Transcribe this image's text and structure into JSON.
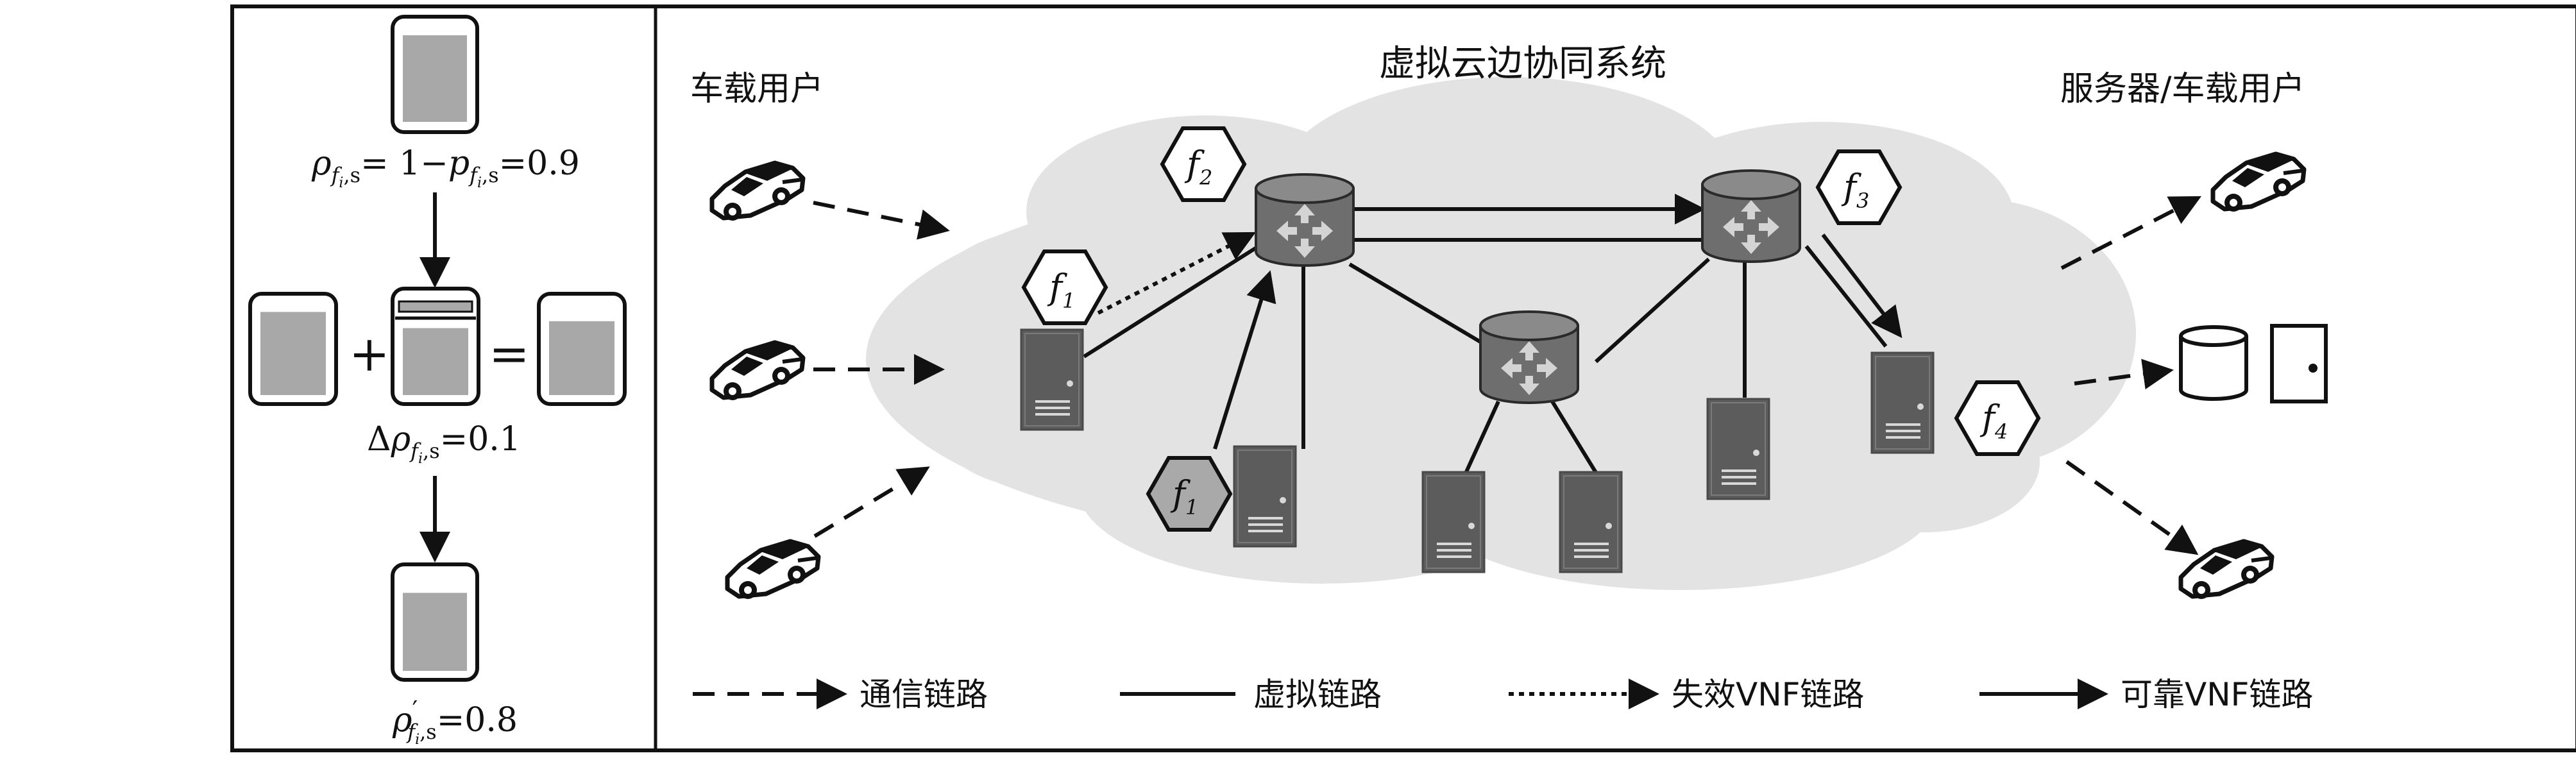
{
  "left_panel": {
    "eq_top": {
      "rho": "ρ",
      "sub_f": "f",
      "sub_i": "i",
      "sub_rest": ",s",
      "eq": "= 1−",
      "p": "p",
      "sub_f2": "f",
      "sub_i2": "i",
      "sub_rest2": ",s",
      "val": "=0.9"
    },
    "plus": "+",
    "equals": "=",
    "eq_mid": {
      "delta": "Δ",
      "rho": "ρ",
      "sub_f": "f",
      "sub_i": "i",
      "sub_rest": ",s",
      "val": "=0.1"
    },
    "eq_bot": {
      "rho": "ρ",
      "prime": "′",
      "sub_f": "f",
      "sub_i": "i",
      "sub_rest": ",s",
      "val": "=0.8"
    },
    "levels": {
      "top": 0.9,
      "mid_left": 0.9,
      "mid_center": 0.9,
      "mid_result": 0.8,
      "bottom": 0.8
    }
  },
  "main": {
    "title": "虚拟云边协同系统",
    "left_label": "车载用户",
    "right_label": "服务器/车载用户",
    "vnfs": [
      {
        "letter": "f",
        "sub": "1"
      },
      {
        "letter": "f",
        "sub": "2"
      },
      {
        "letter": "f",
        "sub": "3"
      },
      {
        "letter": "f",
        "sub": "4"
      },
      {
        "letter": "f",
        "sub": "1"
      }
    ]
  },
  "legend": [
    {
      "style": "dashed",
      "label": "通信链路"
    },
    {
      "style": "solid",
      "label": "虚拟链路"
    },
    {
      "style": "dotted",
      "label": "失效VNF链路"
    },
    {
      "style": "arrow",
      "label": "可靠VNF链路"
    }
  ],
  "colors": {
    "frame": "#111111",
    "cloud": "#e3e3e3",
    "server": "#5c5c5c",
    "router": "#6e6e6e",
    "fill_gray": "#a8a8a8",
    "hex_gray": "#a9a9a9"
  }
}
